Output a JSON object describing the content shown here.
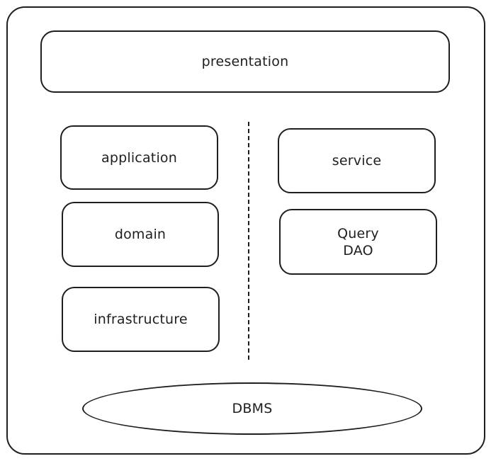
{
  "diagram": {
    "layers": {
      "presentation": "presentation",
      "application": "application",
      "domain": "domain",
      "infrastructure": "infrastructure",
      "service": "service",
      "query_dao": "Query\nDAO",
      "dbms": "DBMS"
    }
  }
}
